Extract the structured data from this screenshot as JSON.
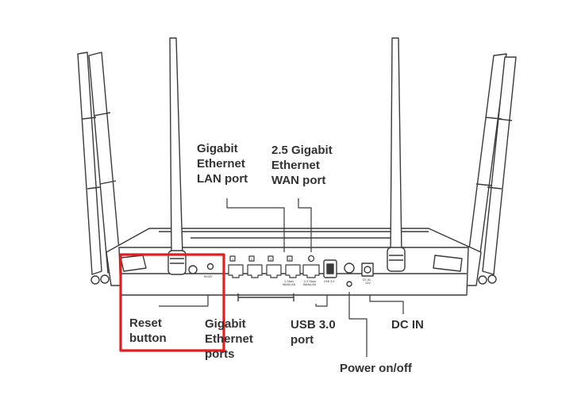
{
  "labels": {
    "lan_port": [
      "Gigabit",
      "Ethernet",
      "LAN port"
    ],
    "wan_port": [
      "2.5 Gigabit",
      "Ethernet",
      "WAN port"
    ],
    "reset_button": [
      "Reset",
      "button"
    ],
    "gigabit_ports": [
      "Gigabit",
      "Ethernet",
      "ports"
    ],
    "usb_port": [
      "USB 3.0",
      "port"
    ],
    "dc_in": "DC IN",
    "power": "Power on/off"
  },
  "panel_text": {
    "reset": "RESET",
    "port_numbers": [
      "1",
      "2",
      "3",
      "4"
    ],
    "wan_symbol": "⌀",
    "lan_caption": [
      "1 Gbps",
      "WAN/LAN"
    ],
    "wan_caption": [
      "2.5 Gbps",
      "WAN/LAN"
    ],
    "usb": "USB 3.0",
    "dc": [
      "DC IN",
      "12V"
    ]
  },
  "colors": {
    "line": "#3a3a3a",
    "text": "#333333",
    "highlight": "#e02020"
  }
}
